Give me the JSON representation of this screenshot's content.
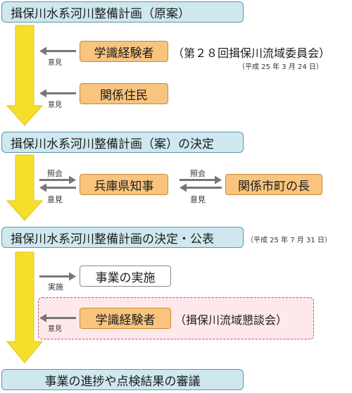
{
  "colors": {
    "stage_fill": "#cfe7ef",
    "stage_border": "#5b95aa",
    "party_fill": "#f8c47e",
    "arrow_yellow": "#f6df2a",
    "arrow_gray": "#777777",
    "dashed_border": "#d24a5a",
    "dashed_fill": "#fde8ea"
  },
  "stages": {
    "s1": "揖保川水系河川整備計画（原案）",
    "s2": "揖保川水系河川整備計画（案）の決定",
    "s3": "揖保川水系河川整備計画の決定・公表",
    "s4": "事業の進捗や点検結果の審議"
  },
  "dates": {
    "d1": "（平成 25 年 3 月 24 日）",
    "d3": "（平成 25 年 7 月 31 日）"
  },
  "parties": {
    "experts": "学識経験者",
    "committee": "（第２８回揖保川流域委員会）",
    "residents": "関係住民",
    "governor": "兵庫県知事",
    "municipal_heads": "関係市町の長",
    "implementation": "事業の実施",
    "experts2": "学識経験者",
    "round_table": "（揖保川流域懇談会）"
  },
  "labels": {
    "opinion": "意見",
    "inquiry": "照会",
    "execution": "実施"
  }
}
